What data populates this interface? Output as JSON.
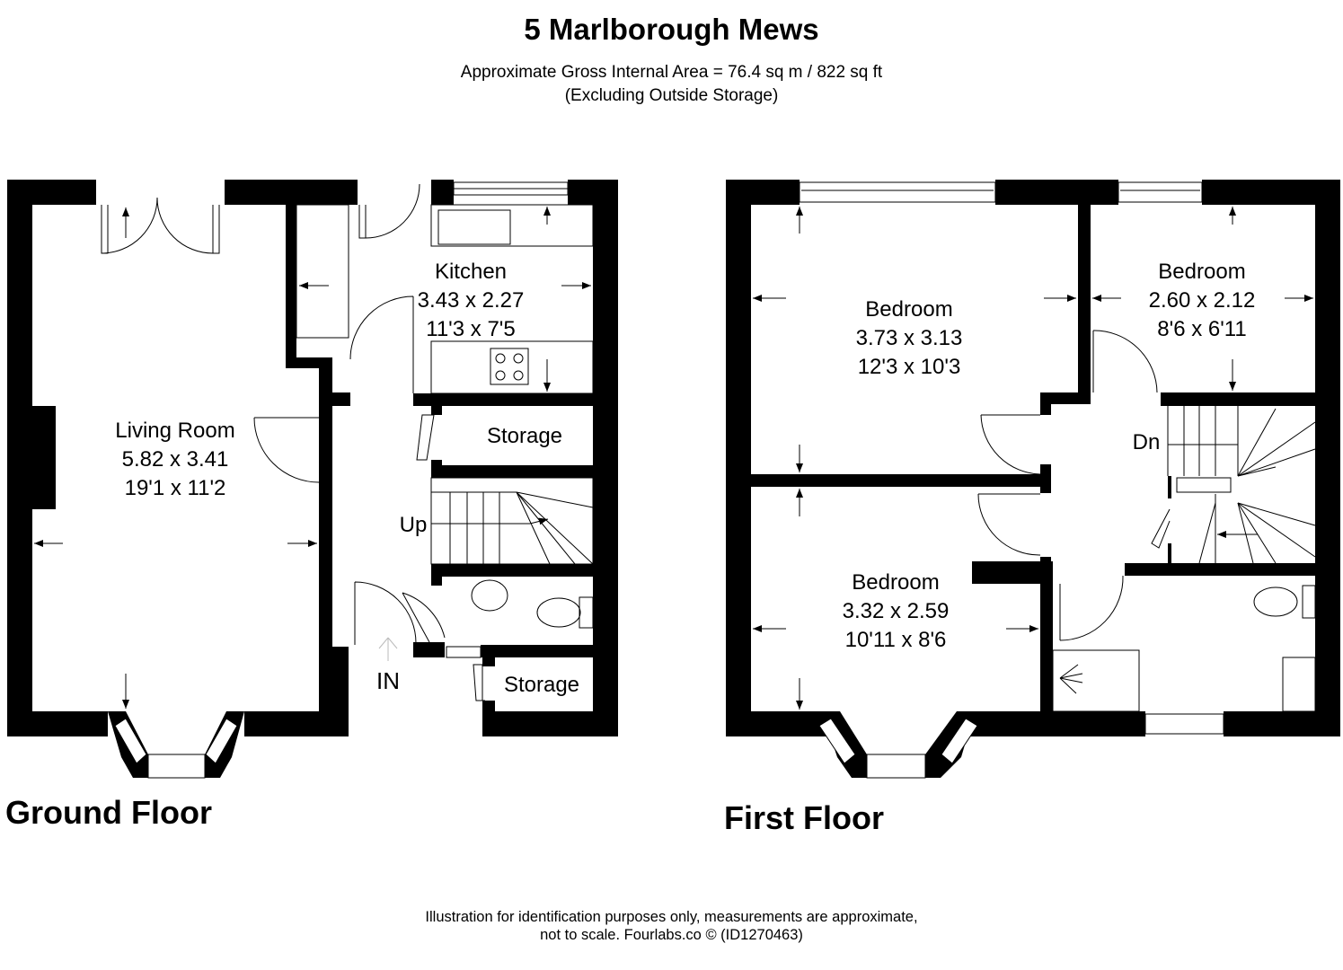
{
  "header": {
    "title": "5 Marlborough Mews",
    "area": "Approximate Gross Internal Area = 76.4 sq m / 822 sq ft",
    "note": "(Excluding Outside Storage)"
  },
  "ground_floor": {
    "label": "Ground Floor",
    "rooms": {
      "living": {
        "name": "Living Room",
        "metric": "5.82 x 3.41",
        "imperial": "19'1 x 11'2"
      },
      "kitchen": {
        "name": "Kitchen",
        "metric": "3.43 x 2.27",
        "imperial": "11'3 x 7'5"
      },
      "storage1": {
        "name": "Storage"
      },
      "storage2": {
        "name": "Storage"
      }
    },
    "stairs_label": "Up",
    "entrance_label": "IN"
  },
  "first_floor": {
    "label": "First Floor",
    "rooms": {
      "bed1": {
        "name": "Bedroom",
        "metric": "3.73 x 3.13",
        "imperial": "12'3 x 10'3"
      },
      "bed2": {
        "name": "Bedroom",
        "metric": "2.60 x 2.12",
        "imperial": "8'6 x 6'11"
      },
      "bed3": {
        "name": "Bedroom",
        "metric": "3.32 x 2.59",
        "imperial": "10'11 x 8'6"
      }
    },
    "stairs_label": "Dn"
  },
  "footer": {
    "line1": "Illustration for identification purposes only, measurements are approximate,",
    "line2": "not to scale. Fourlabs.co © (ID1270463)"
  }
}
